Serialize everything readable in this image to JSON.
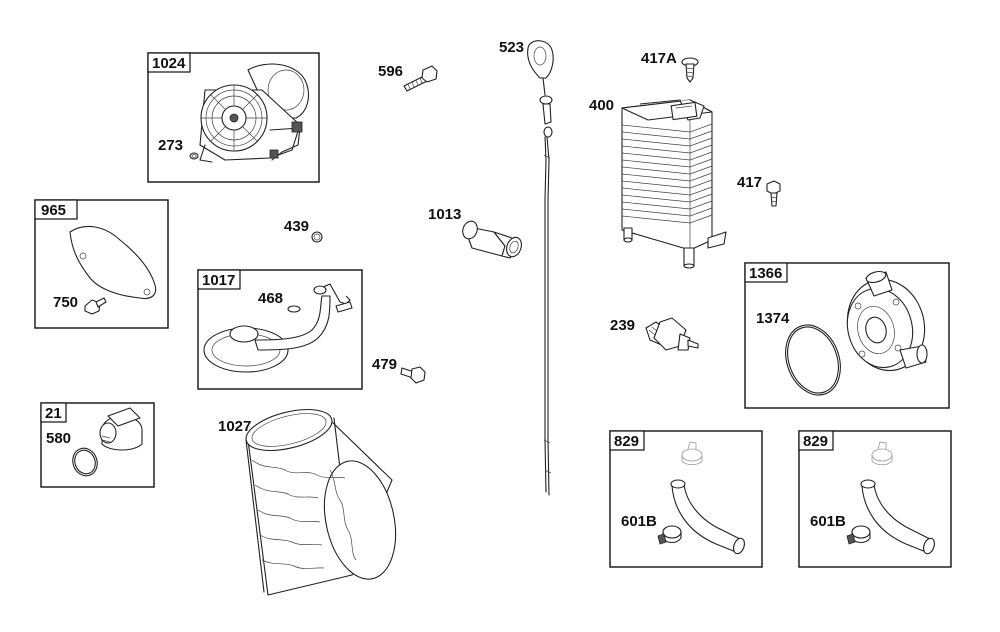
{
  "labels": {
    "p1024": "1024",
    "p273": "273",
    "p596": "596",
    "p523": "523",
    "p417A": "417A",
    "p400": "400",
    "p417": "417",
    "p965": "965",
    "p750": "750",
    "p439": "439",
    "p1013": "1013",
    "p1017": "1017",
    "p468": "468",
    "p479": "479",
    "p239": "239",
    "p1366": "1366",
    "p1374": "1374",
    "p21": "21",
    "p580": "580",
    "p1027": "1027",
    "p829a": "829",
    "p601Ba": "601B",
    "p829b": "829",
    "p601Bb": "601B"
  }
}
